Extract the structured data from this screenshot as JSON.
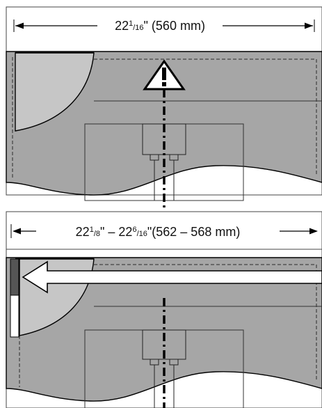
{
  "colors": {
    "cabinet_fill": "#a6a6a6",
    "door_fill": "#c6c6c6",
    "outline": "#000000",
    "dashed": "#2b2b2b",
    "background": "#ffffff",
    "frame_line": "#444444",
    "strip_dark": "#555555"
  },
  "panels": [
    {
      "dimension": {
        "whole": "22",
        "frac_num": "1",
        "frac_den": "16",
        "rest": "\" (560 mm)"
      },
      "symbol": "warning-triangle-icon"
    },
    {
      "dimension": {
        "whole": "22",
        "frac_num": "1",
        "frac_den": "8",
        "mid": "\" – 22",
        "frac2_num": "6",
        "frac2_den": "16",
        "rest": "\"(562 – 568 mm)"
      },
      "symbol": "left-arrow-icon"
    }
  ]
}
